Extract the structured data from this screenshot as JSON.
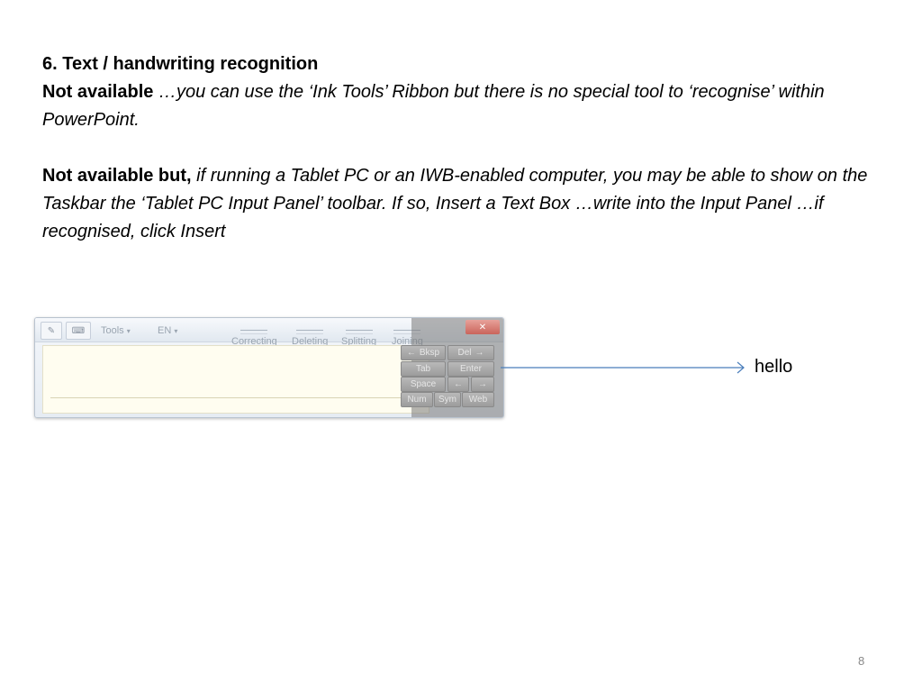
{
  "slide": {
    "heading": "6. Text / handwriting recognition",
    "para1_bold": "Not available",
    "para1_italic": " …you can use the ‘Ink Tools’ Ribbon but there is no special tool to ‘recognise’ within PowerPoint.",
    "para2_bold": "Not available but,",
    "para2_italic": " if running a Tablet PC or an IWB-enabled computer, you may be able to show on the Taskbar the ‘Tablet PC Input Panel’ toolbar. If so, Insert a Text Box …write into the Input Panel …if recognised, click Insert",
    "page_number": "8"
  },
  "input_panel": {
    "toolbar": {
      "tools_label": "Tools",
      "language_label": "EN",
      "correcting_label": "Correcting",
      "deleting_label": "Deleting",
      "splitting_label": "Splitting",
      "joining_label": "Joining",
      "close_label": "✕"
    },
    "keypad": {
      "bksp": "Bksp",
      "del": "Del",
      "tab": "Tab",
      "enter": "Enter",
      "space": "Space",
      "num": "Num",
      "sym": "Sym",
      "web": "Web"
    }
  },
  "annotation": {
    "label": "hello",
    "arrow_color": "#4a7ebb"
  }
}
